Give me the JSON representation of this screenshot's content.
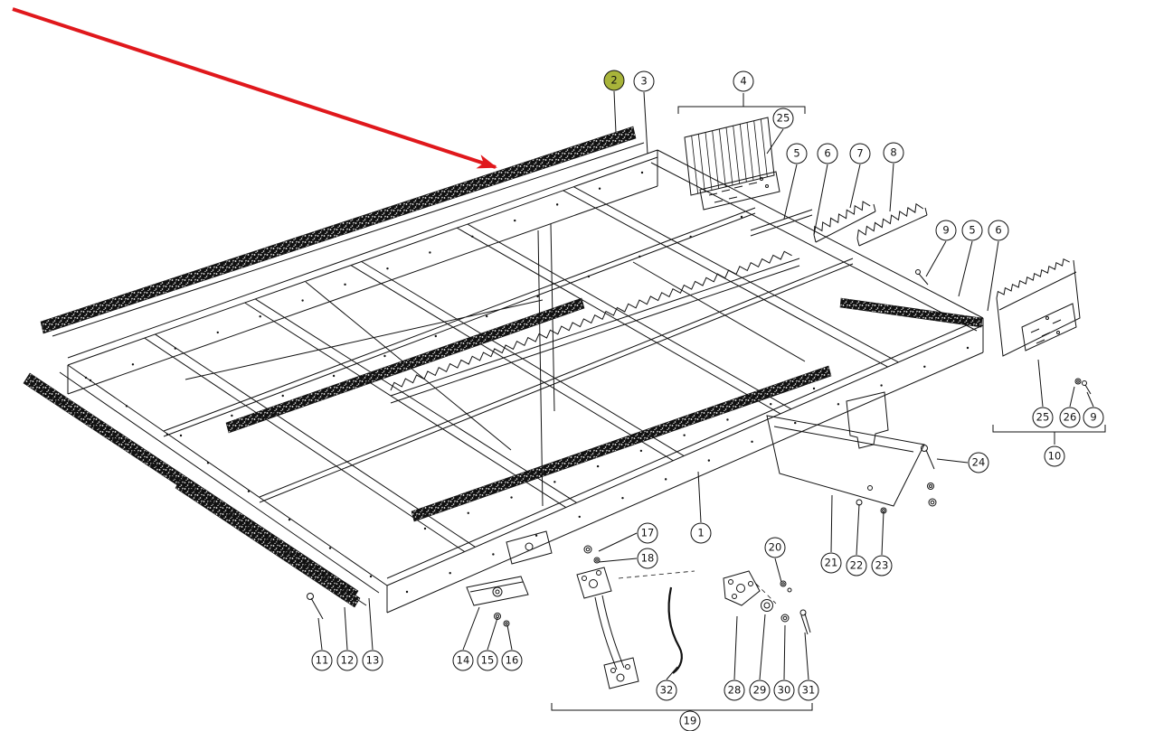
{
  "page": {
    "background": "#ffffff"
  },
  "diagram": {
    "name": "sieve-frame-exploded-parts-diagram",
    "line_color": "#111111",
    "arrow_color": "#e0181c",
    "highlight_color": "#a8b43a",
    "highlighted_callout": "2"
  },
  "callouts": [
    {
      "id": "2",
      "highlighted": true
    },
    {
      "id": "3"
    },
    {
      "id": "4"
    },
    {
      "id": "25"
    },
    {
      "id": "5"
    },
    {
      "id": "6"
    },
    {
      "id": "7"
    },
    {
      "id": "8"
    },
    {
      "id": "9"
    },
    {
      "id": "5"
    },
    {
      "id": "6"
    },
    {
      "id": "25"
    },
    {
      "id": "26"
    },
    {
      "id": "9"
    },
    {
      "id": "10"
    },
    {
      "id": "24"
    },
    {
      "id": "1"
    },
    {
      "id": "17"
    },
    {
      "id": "18"
    },
    {
      "id": "20"
    },
    {
      "id": "21"
    },
    {
      "id": "22"
    },
    {
      "id": "23"
    },
    {
      "id": "11"
    },
    {
      "id": "12"
    },
    {
      "id": "13"
    },
    {
      "id": "14"
    },
    {
      "id": "15"
    },
    {
      "id": "16"
    },
    {
      "id": "32"
    },
    {
      "id": "28"
    },
    {
      "id": "29"
    },
    {
      "id": "30"
    },
    {
      "id": "31"
    },
    {
      "id": "19"
    }
  ]
}
